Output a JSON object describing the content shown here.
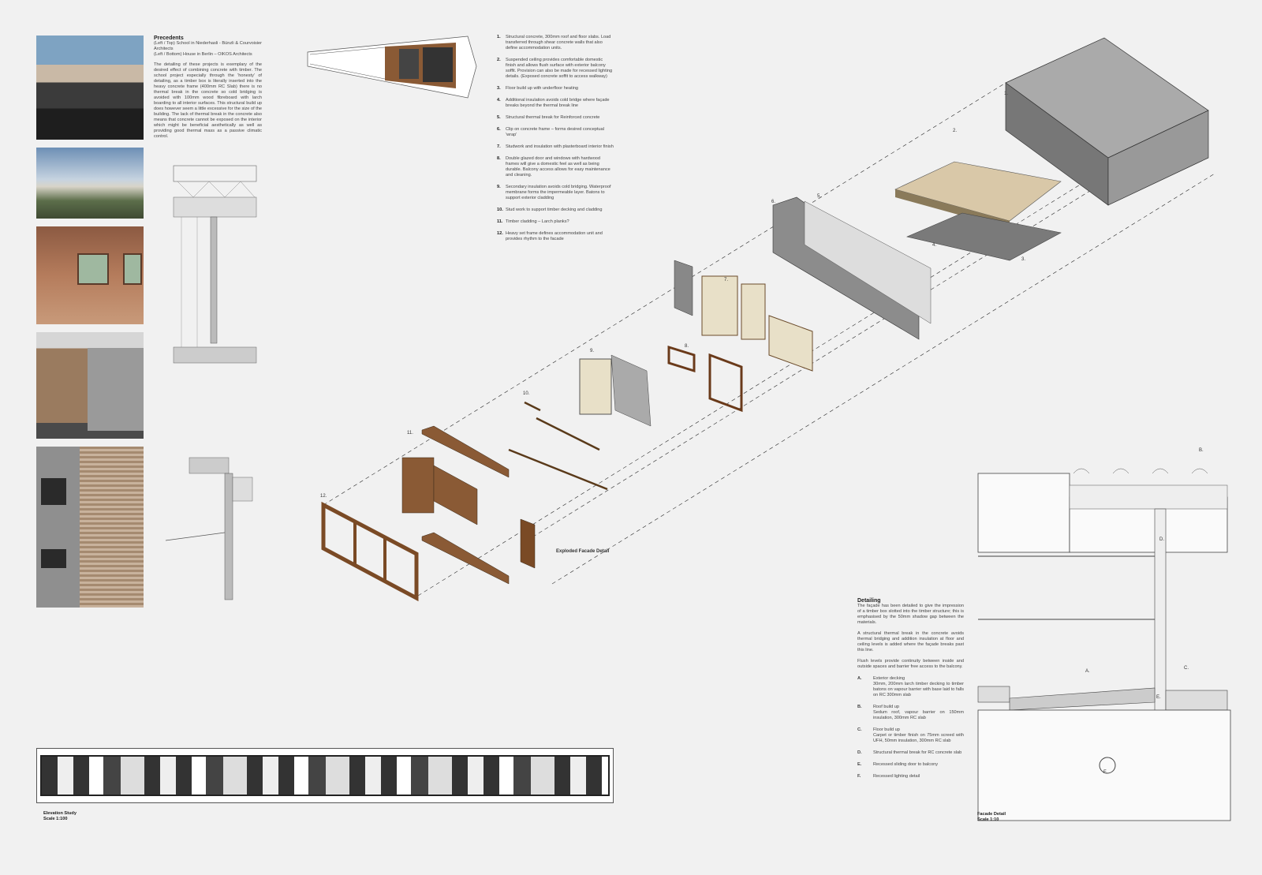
{
  "precedents": {
    "title": "Precedents",
    "credit1": "(Left / Top) School in Niederhasli - Bünzli & Courvoisier Architects",
    "credit2": "(Left / Bottom) House in Berlin – OIKOS Architects",
    "body": "The detailing of these projects is exemplary of the desired effect of combining concrete with timber. The school project especially through the 'honesty' of detailing, as a timber box is literally inserted into the heavy concrete frame (400mm RC Slab) there is no thermal break in the concrete so cold bridging is avoided with 100mm wood fibreboard with larch boarding to all interior surfaces. This structural build up does however seem a little excessive for the size of the building. The lack of thermal break in the concrete also means that concrete cannot be exposed on the interior which might be beneficial aesthetically as well as providing good thermal mass as a passive climatic control."
  },
  "notes": [
    {
      "n": "1.",
      "text": "Structural concrete, 300mm roof and floor slabs. Load transferred through shear concrete walls that also define accommodation units."
    },
    {
      "n": "2.",
      "text": "Suspended ceiling provides comfortable domestic finish and allows flush surface with exterior balcony soffit. Provision can also be made for recessed lighting details. (Exposed concrete soffit to access walkway)"
    },
    {
      "n": "3.",
      "text": "Floor build up with underfloor heating"
    },
    {
      "n": "4.",
      "text": "Additional insulation avoids cold bridge where façade breaks beyond the thermal break line"
    },
    {
      "n": "5.",
      "text": "Structural thermal break for Reinforced concrete"
    },
    {
      "n": "6.",
      "text": "Clip on concrete frame – forms desired conceptual 'wrap'"
    },
    {
      "n": "7.",
      "text": "Studwork and insulation with plasterboard interior finish"
    },
    {
      "n": "8.",
      "text": "Double glazed door and windows with hardwood frames will give a domestic feel as well as being durable. Balcony access allows for easy maintenance and cleaning."
    },
    {
      "n": "9.",
      "text": "Secondary insulation avoids cold bridging. Waterproof membrane forms the impermeable layer. Batons to support exterior cladding"
    },
    {
      "n": "10.",
      "text": "Stud work to support timber decking and cladding"
    },
    {
      "n": "11.",
      "text": "Timber cladding – Larch planks?"
    },
    {
      "n": "12.",
      "text": "Heavy set frame defines accommodation unit and provides rhythm to the facade"
    }
  ],
  "diagram_labels": [
    "1.",
    "2.",
    "3.",
    "4.",
    "5.",
    "6.",
    "7.",
    "8.",
    "9.",
    "10.",
    "11.",
    "12."
  ],
  "exploded_caption": "Exploded Facade Detail",
  "detailing": {
    "title": "Detailing",
    "p1": "The façade has been detailed to give the impression of a timber box slotted into the timber structure; this is emphasised by the 50mm shadow gap between the materials.",
    "p2": "A structural thermal break in the concrete avoids thermal bridging and addition insulation at floor and ceiling levels is added where the façade breaks past this line.",
    "p3": "Flush levels provide continuity between inside and outside spaces and barrier free access to the balcony.",
    "legend": [
      {
        "k": "A.",
        "title": "Exterior decking",
        "text": "30mm, 200mm larch timber decking to timber batons on vapour barrier with base laid to falls on RC 300mm slab"
      },
      {
        "k": "B.",
        "title": "Roof build up",
        "text": "Sedum roof, vapour barrier on 150mm insulation, 300mm RC slab"
      },
      {
        "k": "C.",
        "title": "Floor build up",
        "text": "Carpet or timber finish on 75mm screed with UFH, 50mm insulation, 300mm RC slab"
      },
      {
        "k": "D.",
        "title": "",
        "text": "Structural thermal break for RC concrete slab"
      },
      {
        "k": "E.",
        "title": "",
        "text": "Recessed sliding door to balcony"
      },
      {
        "k": "F.",
        "title": "",
        "text": "Recessed lighting detail"
      }
    ]
  },
  "section_labels": [
    "B.",
    "A.",
    "C.",
    "D.",
    "E.",
    "F."
  ],
  "elevation": {
    "title": "Elevation Study",
    "scale": "Scale 1:100"
  },
  "facade_detail": {
    "title": "Facade Detail",
    "scale": "Scale 1:10"
  },
  "colors": {
    "timber": "#8a5a35",
    "concrete": "#8c8c8c",
    "background": "#f1f1f1"
  }
}
